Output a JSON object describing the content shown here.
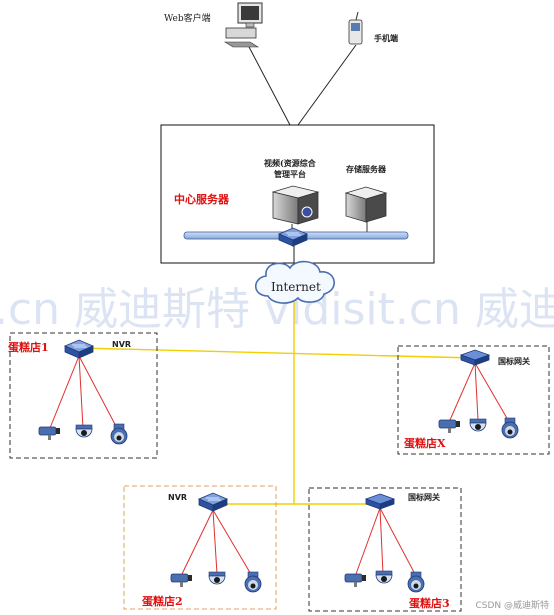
{
  "top": {
    "web_client": "Web客户端",
    "mobile": "手机端"
  },
  "server": {
    "title": "中心服务器",
    "platform_line1": "视频(资源综合",
    "platform_line2": "管理平台",
    "storage": "存储服务器"
  },
  "internet": "Internet",
  "watermark": ".cn 威迪斯特 vidisit.cn 威迪",
  "stores": {
    "s1": {
      "name": "蛋糕店1",
      "device": "NVR"
    },
    "sx": {
      "name": "蛋糕店X",
      "device": "国标网关"
    },
    "s2": {
      "name": "蛋糕店2",
      "device": "NVR"
    },
    "s3": {
      "name": "蛋糕店3",
      "device": "国标网关"
    }
  },
  "credit": "CSDN @威迪斯特",
  "colors": {
    "store_label": "#e01010",
    "yellow_line": "#f0d000",
    "red_link": "#e03030",
    "orange_border": "#e0a060",
    "bus": "#9fb8e0"
  }
}
